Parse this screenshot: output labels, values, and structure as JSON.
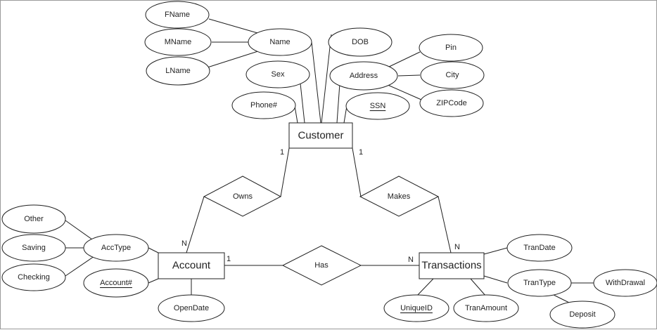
{
  "entities": {
    "customer": "Customer",
    "account": "Account",
    "transactions": "Transactions"
  },
  "relationships": {
    "owns": "Owns",
    "makes": "Makes",
    "has": "Has"
  },
  "attributes": {
    "fname": "FName",
    "mname": "MName",
    "lname": "LName",
    "name": "Name",
    "dob": "DOB",
    "sex": "Sex",
    "address": "Address",
    "pin": "Pin",
    "city": "City",
    "zipcode": "ZIPCode",
    "phone": "Phone#",
    "ssn": "SSN",
    "other": "Other",
    "saving": "Saving",
    "checking": "Checking",
    "acctype": "AccType",
    "account_no": "Account#",
    "opendate": "OpenDate",
    "trandate": "TranDate",
    "trantype": "TranType",
    "withdrawal": "WithDrawal",
    "deposit": "Deposit",
    "uniqueid": "UniqueID",
    "tranamount": "TranAmount"
  },
  "cardinalities": {
    "customer_owns": "1",
    "account_owns": "N",
    "customer_makes": "1",
    "transactions_makes": "N",
    "account_has": "1",
    "transactions_has": "N"
  }
}
